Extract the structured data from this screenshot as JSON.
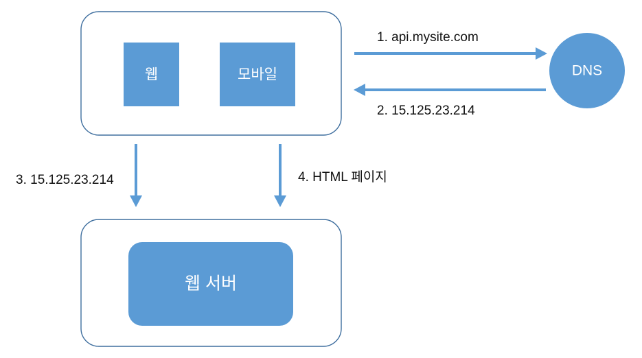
{
  "diagram": {
    "title": "DNS lookup and web page request flow",
    "colors": {
      "node_fill": "#5B9BD5",
      "container_stroke": "#3E6E9E",
      "arrow": "#5B9BD5",
      "label_text": "#111111",
      "node_text": "#FFFFFF",
      "background": "#FFFFFF"
    },
    "containers": [
      {
        "id": "client-group",
        "label": ""
      },
      {
        "id": "server-group",
        "label": ""
      }
    ],
    "nodes": [
      {
        "id": "web",
        "label": "웹",
        "shape": "rect"
      },
      {
        "id": "mobile",
        "label": "모바일",
        "shape": "rect"
      },
      {
        "id": "dns",
        "label": "DNS",
        "shape": "circle"
      },
      {
        "id": "web-server",
        "label": "웹 서버",
        "shape": "rounded-rect"
      }
    ],
    "connections": [
      {
        "id": "step-1",
        "label": "1. api.mysite.com",
        "from": "client-group",
        "to": "dns",
        "direction": "right"
      },
      {
        "id": "step-2",
        "label": "2. 15.125.23.214",
        "from": "dns",
        "to": "client-group",
        "direction": "left"
      },
      {
        "id": "step-3",
        "label": "3. 15.125.23.214",
        "from": "client-group",
        "to": "web-server",
        "direction": "down"
      },
      {
        "id": "step-4",
        "label": "4. HTML 페이지",
        "from": "client-group",
        "to": "web-server",
        "direction": "down"
      }
    ]
  }
}
